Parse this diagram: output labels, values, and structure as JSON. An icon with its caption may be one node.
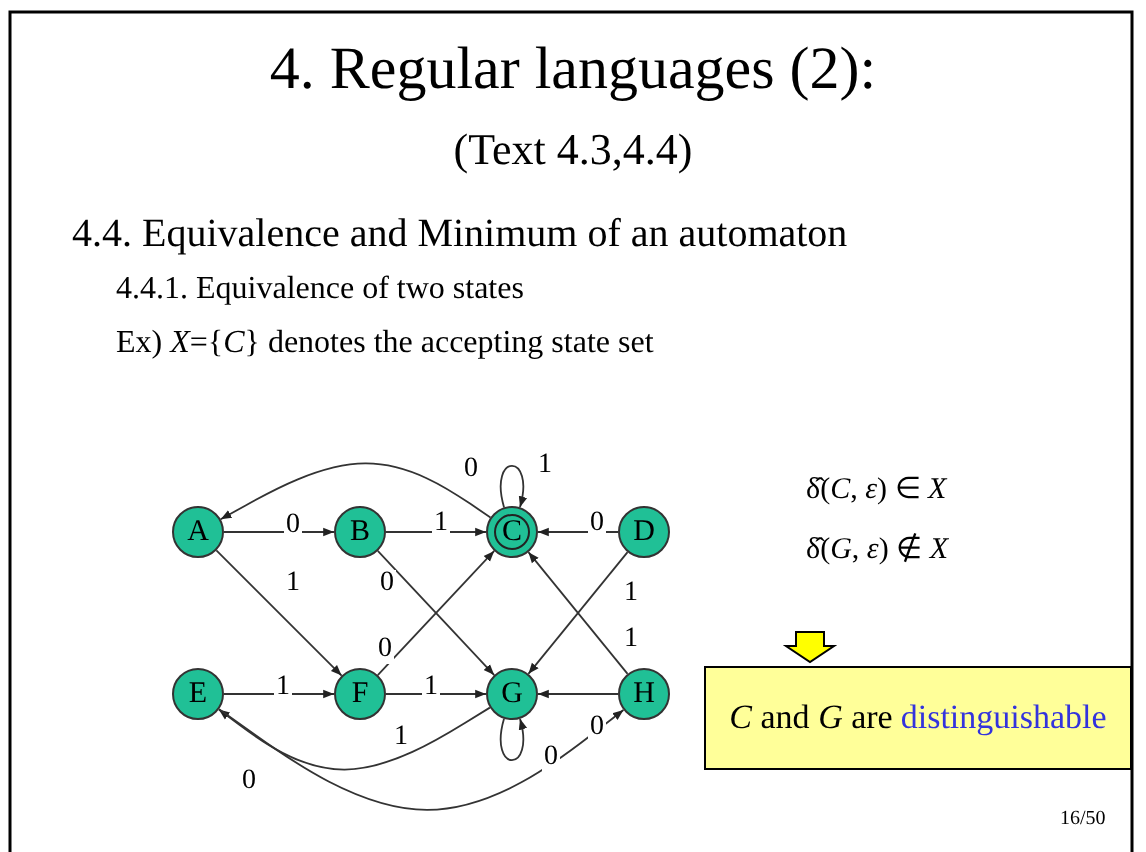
{
  "diagram": {
    "title": "4. Regular languages (2):",
    "nodes": [
      {
        "text": [
          "A"
        ]
      },
      {
        "text": [
          "B"
        ]
      },
      {
        "text": [
          "C"
        ]
      },
      {
        "text": [
          "D"
        ]
      },
      {
        "text": [
          "E"
        ]
      },
      {
        "text": [
          "F"
        ]
      },
      {
        "text": [
          "G"
        ]
      },
      {
        "text": [
          "H"
        ]
      },
      {
        "text": [
          "*C* and *G* are",
          "distinguishable"
        ]
      }
    ],
    "edges": [
      {
        "from": 0,
        "to": 1,
        "arrow": "to",
        "label": "0"
      },
      {
        "from": 1,
        "to": 2,
        "arrow": "to",
        "label": "1"
      },
      {
        "from": 2,
        "to": 0,
        "arrow": "to",
        "label": "0"
      },
      {
        "from": 2,
        "to": 2,
        "arrow": "to",
        "label": "1"
      },
      {
        "from": 3,
        "to": 2,
        "arrow": "to",
        "label": "0"
      },
      {
        "from": 0,
        "to": 5,
        "arrow": "to",
        "label": "1"
      },
      {
        "from": 1,
        "to": 6,
        "arrow": "to",
        "label": "0"
      },
      {
        "from": 5,
        "to": 2,
        "arrow": "to",
        "label": "0"
      },
      {
        "from": 3,
        "to": 6,
        "arrow": "to",
        "label": "1"
      },
      {
        "from": 7,
        "to": 2,
        "arrow": "to",
        "label": "1"
      },
      {
        "from": 4,
        "to": 5,
        "arrow": "to",
        "label": "1"
      },
      {
        "from": 5,
        "to": 6,
        "arrow": "to",
        "label": "1"
      },
      {
        "from": 7,
        "to": 6,
        "arrow": "to",
        "label": "0"
      },
      {
        "from": 6,
        "to": 4,
        "arrow": "to",
        "label": "1"
      },
      {
        "from": 6,
        "to": 6,
        "arrow": "to",
        "label": "0"
      },
      {
        "from": 4,
        "to": 7,
        "arrow": "to",
        "label": "0"
      }
    ],
    "labels": [
      "(Text 4.3,4.4)",
      "4.4. Equivalence and Minimum of an automaton",
      "4.4.1. Equivalence of two states",
      "Ex)  *X*={*C*} denotes the accepting state set",
      "δ̂(*C*, *ε*) ∈ *X*",
      "δ̂(*G*, *ε*) ∉ *X*",
      "16/50"
    ]
  }
}
